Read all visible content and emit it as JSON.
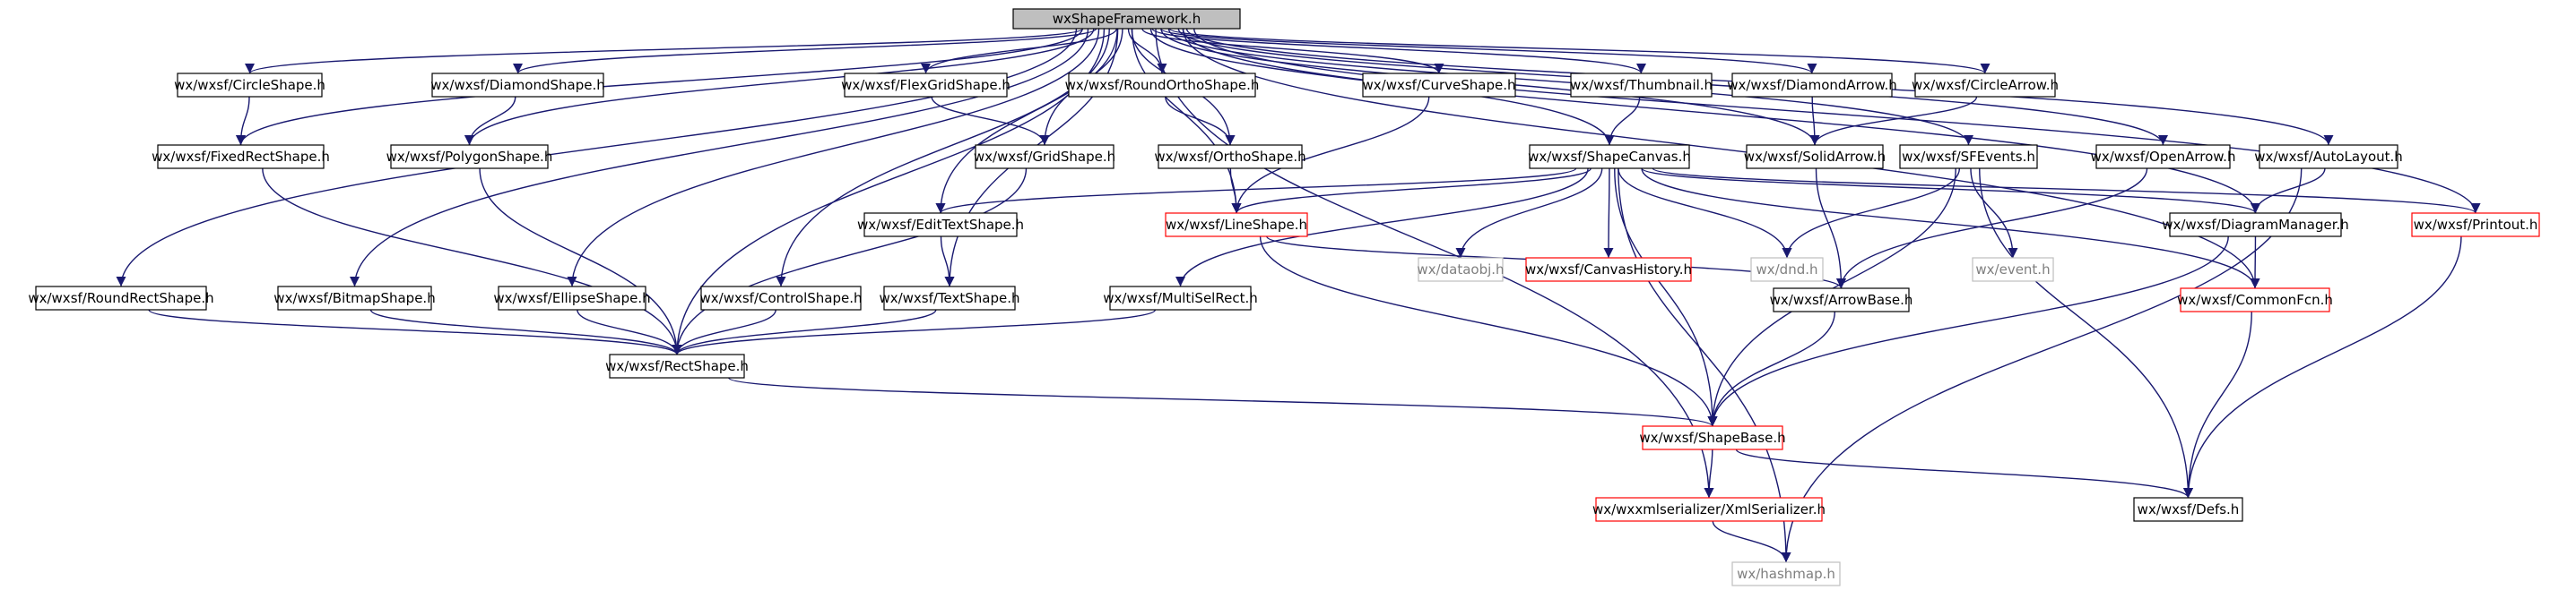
{
  "graph": {
    "colors": {
      "edge": "#191970",
      "box_border_default": "#000000",
      "box_border_external": "#bfbfbf",
      "box_border_incomplete": "#ff0000",
      "root_fill": "#bfbfbf",
      "text_default": "#000000",
      "text_external": "#7f7f7f"
    },
    "nodes": [
      {
        "id": "root",
        "label": "wxShapeFramework.h",
        "kind": "root"
      },
      {
        "id": "circleshape",
        "label": "wx/wxsf/CircleShape.h",
        "kind": "normal"
      },
      {
        "id": "diamondshape",
        "label": "wx/wxsf/DiamondShape.h",
        "kind": "normal"
      },
      {
        "id": "flexgridshape",
        "label": "wx/wxsf/FlexGridShape.h",
        "kind": "normal"
      },
      {
        "id": "roundorthoshape",
        "label": "wx/wxsf/RoundOrthoShape.h",
        "kind": "normal"
      },
      {
        "id": "curveshape",
        "label": "wx/wxsf/CurveShape.h",
        "kind": "normal"
      },
      {
        "id": "thumbnail",
        "label": "wx/wxsf/Thumbnail.h",
        "kind": "normal"
      },
      {
        "id": "diamondarrow",
        "label": "wx/wxsf/DiamondArrow.h",
        "kind": "normal"
      },
      {
        "id": "circlearrow",
        "label": "wx/wxsf/CircleArrow.h",
        "kind": "normal"
      },
      {
        "id": "fixedrectshape",
        "label": "wx/wxsf/FixedRectShape.h",
        "kind": "normal"
      },
      {
        "id": "polygonshape",
        "label": "wx/wxsf/PolygonShape.h",
        "kind": "normal"
      },
      {
        "id": "gridshape",
        "label": "wx/wxsf/GridShape.h",
        "kind": "normal"
      },
      {
        "id": "orthoshape",
        "label": "wx/wxsf/OrthoShape.h",
        "kind": "normal"
      },
      {
        "id": "shapecanvas",
        "label": "wx/wxsf/ShapeCanvas.h",
        "kind": "normal"
      },
      {
        "id": "solidarrow",
        "label": "wx/wxsf/SolidArrow.h",
        "kind": "normal"
      },
      {
        "id": "sfevents",
        "label": "wx/wxsf/SFEvents.h",
        "kind": "normal"
      },
      {
        "id": "openarrow",
        "label": "wx/wxsf/OpenArrow.h",
        "kind": "normal"
      },
      {
        "id": "autolayout",
        "label": "wx/wxsf/AutoLayout.h",
        "kind": "normal"
      },
      {
        "id": "edittextshape",
        "label": "wx/wxsf/EditTextShape.h",
        "kind": "normal"
      },
      {
        "id": "lineshape",
        "label": "wx/wxsf/LineShape.h",
        "kind": "incomplete"
      },
      {
        "id": "dataobj",
        "label": "wx/dataobj.h",
        "kind": "external"
      },
      {
        "id": "canvashistory",
        "label": "wx/wxsf/CanvasHistory.h",
        "kind": "incomplete"
      },
      {
        "id": "dnd",
        "label": "wx/dnd.h",
        "kind": "external"
      },
      {
        "id": "event",
        "label": "wx/event.h",
        "kind": "external"
      },
      {
        "id": "diagrammanager",
        "label": "wx/wxsf/DiagramManager.h",
        "kind": "normal"
      },
      {
        "id": "printout",
        "label": "wx/wxsf/Printout.h",
        "kind": "incomplete"
      },
      {
        "id": "roundrectshape",
        "label": "wx/wxsf/RoundRectShape.h",
        "kind": "normal"
      },
      {
        "id": "bitmapshape",
        "label": "wx/wxsf/BitmapShape.h",
        "kind": "normal"
      },
      {
        "id": "ellipseshape",
        "label": "wx/wxsf/EllipseShape.h",
        "kind": "normal"
      },
      {
        "id": "controlshape",
        "label": "wx/wxsf/ControlShape.h",
        "kind": "normal"
      },
      {
        "id": "textshape",
        "label": "wx/wxsf/TextShape.h",
        "kind": "normal"
      },
      {
        "id": "multiselrect",
        "label": "wx/wxsf/MultiSelRect.h",
        "kind": "normal"
      },
      {
        "id": "arrowbase",
        "label": "wx/wxsf/ArrowBase.h",
        "kind": "normal"
      },
      {
        "id": "commonfcn",
        "label": "wx/wxsf/CommonFcn.h",
        "kind": "incomplete"
      },
      {
        "id": "rectshape",
        "label": "wx/wxsf/RectShape.h",
        "kind": "normal"
      },
      {
        "id": "shapebase",
        "label": "wx/wxsf/ShapeBase.h",
        "kind": "incomplete"
      },
      {
        "id": "xmlserializer",
        "label": "wx/wxxmlserializer/XmlSerializer.h",
        "kind": "incomplete"
      },
      {
        "id": "defs",
        "label": "wx/wxsf/Defs.h",
        "kind": "normal"
      },
      {
        "id": "hashmap",
        "label": "wx/hashmap.h",
        "kind": "external"
      }
    ],
    "edges": [
      [
        "root",
        "circleshape"
      ],
      [
        "root",
        "diamondshape"
      ],
      [
        "root",
        "flexgridshape"
      ],
      [
        "root",
        "roundorthoshape"
      ],
      [
        "root",
        "curveshape"
      ],
      [
        "root",
        "thumbnail"
      ],
      [
        "root",
        "diamondarrow"
      ],
      [
        "root",
        "circlearrow"
      ],
      [
        "root",
        "fixedrectshape"
      ],
      [
        "root",
        "polygonshape"
      ],
      [
        "root",
        "gridshape"
      ],
      [
        "root",
        "orthoshape"
      ],
      [
        "root",
        "shapecanvas"
      ],
      [
        "root",
        "solidarrow"
      ],
      [
        "root",
        "sfevents"
      ],
      [
        "root",
        "openarrow"
      ],
      [
        "root",
        "autolayout"
      ],
      [
        "root",
        "edittextshape"
      ],
      [
        "root",
        "lineshape"
      ],
      [
        "root",
        "diagrammanager"
      ],
      [
        "root",
        "printout"
      ],
      [
        "root",
        "roundrectshape"
      ],
      [
        "root",
        "bitmapshape"
      ],
      [
        "root",
        "ellipseshape"
      ],
      [
        "root",
        "controlshape"
      ],
      [
        "root",
        "textshape"
      ],
      [
        "root",
        "commonfcn"
      ],
      [
        "root",
        "rectshape"
      ],
      [
        "root",
        "xmlserializer"
      ],
      [
        "circleshape",
        "fixedrectshape"
      ],
      [
        "diamondshape",
        "polygonshape"
      ],
      [
        "flexgridshape",
        "gridshape"
      ],
      [
        "roundorthoshape",
        "orthoshape"
      ],
      [
        "curveshape",
        "lineshape"
      ],
      [
        "thumbnail",
        "shapecanvas"
      ],
      [
        "diamondarrow",
        "solidarrow"
      ],
      [
        "circlearrow",
        "solidarrow"
      ],
      [
        "fixedrectshape",
        "rectshape"
      ],
      [
        "polygonshape",
        "rectshape"
      ],
      [
        "gridshape",
        "rectshape"
      ],
      [
        "orthoshape",
        "lineshape"
      ],
      [
        "shapecanvas",
        "edittextshape"
      ],
      [
        "shapecanvas",
        "lineshape"
      ],
      [
        "shapecanvas",
        "dataobj"
      ],
      [
        "shapecanvas",
        "canvashistory"
      ],
      [
        "shapecanvas",
        "dnd"
      ],
      [
        "shapecanvas",
        "diagrammanager"
      ],
      [
        "shapecanvas",
        "printout"
      ],
      [
        "shapecanvas",
        "multiselrect"
      ],
      [
        "shapecanvas",
        "shapebase"
      ],
      [
        "shapecanvas",
        "commonfcn"
      ],
      [
        "shapecanvas",
        "hashmap"
      ],
      [
        "solidarrow",
        "arrowbase"
      ],
      [
        "sfevents",
        "dnd"
      ],
      [
        "sfevents",
        "event"
      ],
      [
        "sfevents",
        "shapebase"
      ],
      [
        "sfevents",
        "defs"
      ],
      [
        "openarrow",
        "arrowbase"
      ],
      [
        "autolayout",
        "diagrammanager"
      ],
      [
        "autolayout",
        "hashmap"
      ],
      [
        "edittextshape",
        "textshape"
      ],
      [
        "lineshape",
        "arrowbase"
      ],
      [
        "lineshape",
        "shapebase"
      ],
      [
        "diagrammanager",
        "commonfcn"
      ],
      [
        "diagrammanager",
        "shapebase"
      ],
      [
        "printout",
        "defs"
      ],
      [
        "roundrectshape",
        "rectshape"
      ],
      [
        "bitmapshape",
        "rectshape"
      ],
      [
        "ellipseshape",
        "rectshape"
      ],
      [
        "controlshape",
        "rectshape"
      ],
      [
        "textshape",
        "rectshape"
      ],
      [
        "multiselrect",
        "rectshape"
      ],
      [
        "arrowbase",
        "shapebase"
      ],
      [
        "commonfcn",
        "defs"
      ],
      [
        "rectshape",
        "shapebase"
      ],
      [
        "shapebase",
        "xmlserializer"
      ],
      [
        "shapebase",
        "defs"
      ],
      [
        "xmlserializer",
        "hashmap"
      ]
    ]
  }
}
